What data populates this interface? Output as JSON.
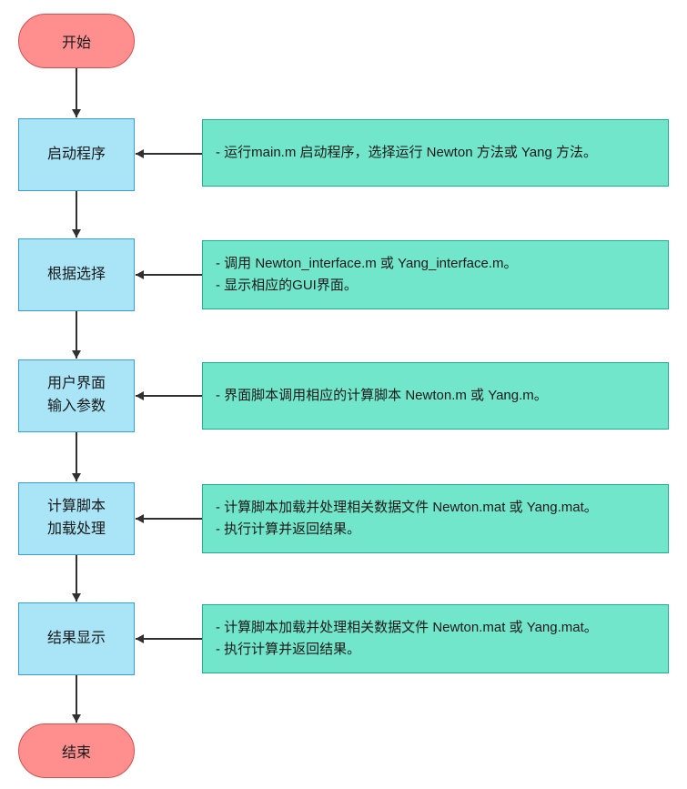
{
  "flowchart": {
    "start_label": "开始",
    "end_label": "结束",
    "steps": [
      {
        "label": "启动程序",
        "notes": [
          "- 运行main.m 启动程序，选择运行 Newton 方法或 Yang 方法。"
        ]
      },
      {
        "label": "根据选择",
        "notes": [
          "- 调用 Newton_interface.m 或 Yang_interface.m。",
          "- 显示相应的GUI界面。"
        ]
      },
      {
        "label": "用户界面\n输入参数",
        "notes": [
          "- 界面脚本调用相应的计算脚本 Newton.m 或 Yang.m。"
        ]
      },
      {
        "label": "计算脚本\n加载处理",
        "notes": [
          "- 计算脚本加载并处理相关数据文件 Newton.mat 或 Yang.mat。",
          "- 执行计算并返回结果。"
        ]
      },
      {
        "label": "结果显示",
        "notes": [
          "- 计算脚本加载并处理相关数据文件 Newton.mat 或 Yang.mat。",
          "- 执行计算并返回结果。"
        ]
      }
    ],
    "colors": {
      "terminal_fill": "#FF8F8F",
      "terminal_border": "#D05050",
      "process_fill": "#A9E4F7",
      "process_border": "#3D9BD5",
      "note_fill": "#72E6CB",
      "note_border": "#1FAE94",
      "arrow": "#303030"
    }
  }
}
